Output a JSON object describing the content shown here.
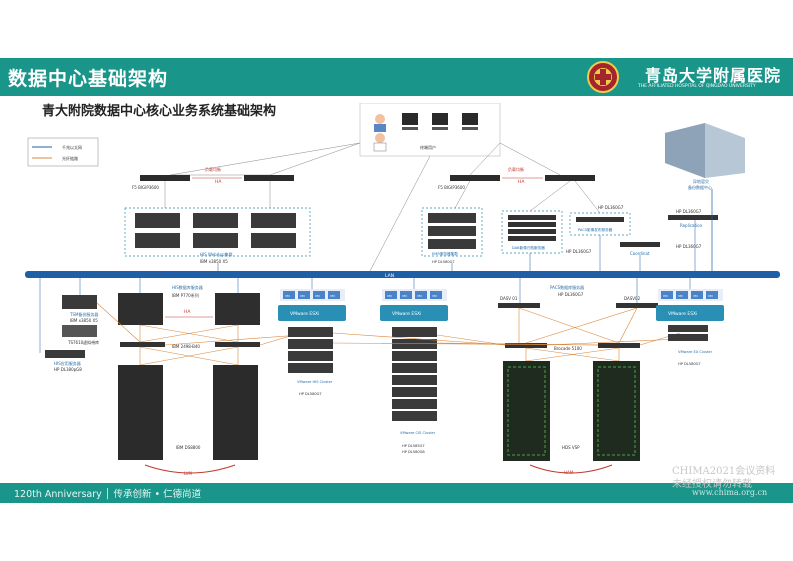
{
  "header": {
    "title": "数据中心基础架构",
    "logo_cn": "青岛大学附属医院",
    "logo_en": "THE AFFILIATED HOSPITAL OF QINGDAO UNIVERSITY",
    "logo_emblem": "hospital-emblem-icon"
  },
  "subtitle": "青大附院数据中心核心业务系统基础架构",
  "legend": {
    "ethernet": "千兆以太网",
    "fiber": "光纤链路"
  },
  "colors": {
    "teal": "#19958a",
    "lan": "#1f5fa8",
    "fiber": "#d9883c",
    "cluster": "#2a8fb5"
  },
  "diagram": {
    "clients_label": "终端用户",
    "lan_label": "LAN",
    "left": {
      "lb_label": "负载均衡",
      "ha1": "HA",
      "lb_model": "F5 BIGIP3600",
      "web_cluster": "HIS WebApp集群",
      "web_model": "IBM x3850 X5",
      "tsm_label": "TSM备份服务器",
      "tsm_model": "IBM x3850 X5",
      "tape_label": "TS7610虚拟带库",
      "his_db_label": "HIS数据库服务器",
      "his_db_model": "IBM P770系列",
      "ha2": "HA",
      "his_app_label": "HIS应用服务器",
      "his_app_model": "HP DL380pG8",
      "san_switch": "IBM 2498-B40",
      "storage_model": "IBM DS8800",
      "replication": "LVM"
    },
    "mid": {
      "esxi_his": "VMware ESXi",
      "his_cluster": "VMware HIS Cluster",
      "his_cluster_model": "HP DL580G7",
      "esxi_cis": "VMware ESXi",
      "cis_cluster": "VMware CIS Cluster",
      "cis_model_1": "HP DL585G7",
      "cis_model_2": "HP DL580G8"
    },
    "right": {
      "lb_label": "负载均衡",
      "ha": "HA",
      "lb_model": "F5 BIGIP3600",
      "emr_label": "EMR服务器集群",
      "emr_model": "HP DL580G7",
      "dab_label": "DAB影像归档服务器",
      "pacs_web_label": "PACS影像发布服务器",
      "pacs_web_model": "HP DL360G7",
      "pacs_db_label": "PACS数据库服务器",
      "pacs_db_model": "HP DL360G7",
      "dasv1": "DASV 01",
      "dasv2": "DASV02",
      "brocade": "Brocade 5100",
      "hds": "HDS VSP",
      "hds_replication": "HAM",
      "esxi_ea": "VMware ESXi",
      "ea_cluster": "VMware EA Cluster",
      "ea_model": "HP DL580G7",
      "coordinator": "Coordinat",
      "dl360_a": "HP DL360G7",
      "dl360_b": "HP DL360G7",
      "replication_label": "Replication",
      "hp360_top": "HP DL360G7",
      "dr_label": "异地容灾",
      "dr_sub": "备份数据中心"
    },
    "vm_tiles": [
      "VM",
      "VM",
      "VM",
      "VM"
    ]
  },
  "footer": {
    "text": "120th Anniversary │ 传承创新 • 仁德尚道"
  },
  "watermark": {
    "line1": "CHIMA2021会议资料",
    "line2": "未经授权请勿转载",
    "line3": "www.chima.org.cn"
  }
}
